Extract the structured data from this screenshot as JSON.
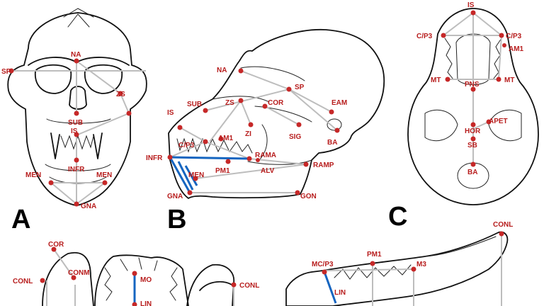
{
  "colors": {
    "landmark": "#c62828",
    "measure_gray": "#bdbdbd",
    "measure_blue": "#1565c0",
    "outline": "#111111"
  },
  "panels": {
    "A": {
      "letter": "A",
      "landmarks": [
        "SP",
        "NA",
        "ZS",
        "SUB",
        "IS",
        "INFR",
        "MEN",
        "MEN",
        "GNA"
      ]
    },
    "B": {
      "letter": "B",
      "landmarks": [
        "NA",
        "SP",
        "SUB",
        "ZS",
        "COR",
        "EAM",
        "IS",
        "ZI",
        "SIG",
        "BA",
        "AM1",
        "C/P3",
        "INFR",
        "RAMA",
        "PM1",
        "ALV",
        "RAMP",
        "MEN",
        "GNA",
        "GON"
      ]
    },
    "C": {
      "letter": "C",
      "landmarks": [
        "IS",
        "C/P3",
        "C/P3",
        "AM1",
        "MT",
        "PNS",
        "MT",
        "APET",
        "HOR",
        "SB",
        "BA"
      ]
    },
    "D": {
      "landmarks": [
        "COR",
        "CONL",
        "CONM",
        "MO",
        "LIN",
        "CONL"
      ]
    },
    "E": {
      "landmarks": [
        "CONL",
        "PM1",
        "M3",
        "MC/P3",
        "LIN"
      ]
    }
  }
}
